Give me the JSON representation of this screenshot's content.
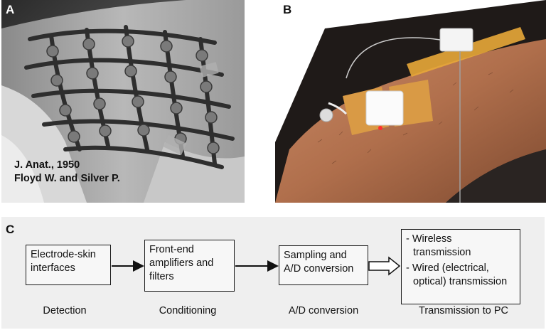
{
  "panels": {
    "a": {
      "letter": "A",
      "credit_line1": "J. Anat., 1950",
      "credit_line2": "Floyd W. and Silver P."
    },
    "b": {
      "letter": "B"
    },
    "c": {
      "letter": "C"
    }
  },
  "diagram": {
    "boxes": [
      {
        "line1": "Electrode-skin",
        "line2": "interfaces"
      },
      {
        "line1": "Front-end",
        "line2": "amplifiers and",
        "line3": "filters"
      },
      {
        "line1": "Sampling and",
        "line2": "A/D conversion"
      },
      {
        "item1_line1": "- Wireless",
        "item1_line2": "transmission",
        "item2_line1": "- Wired (electrical,",
        "item2_line2": "optical) transmission"
      }
    ],
    "stages": [
      "Detection",
      "Conditioning",
      "A/D conversion",
      "Transmission to PC"
    ]
  }
}
